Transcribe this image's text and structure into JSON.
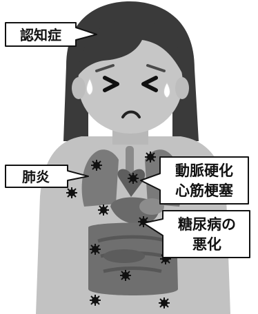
{
  "callouts": {
    "dementia": "認知症",
    "pneumonia": "肺炎",
    "heart_line1": "動脈硬化",
    "heart_line2": "心筋梗塞",
    "diabetes_line1": "糖尿病の",
    "diabetes_line2": "悪化"
  },
  "figure": {
    "icons": [
      "woman-illustration",
      "lungs-icon",
      "heart-icon",
      "stomach-icon",
      "intestines-icon",
      "germ-icon"
    ],
    "colors": {
      "skin": "#bdbdbd",
      "hair": "#3a3a3a",
      "organs": "#6e6e6e",
      "germs": "#111111",
      "callout_fill": "#ffffff",
      "callout_stroke": "#111111"
    }
  }
}
